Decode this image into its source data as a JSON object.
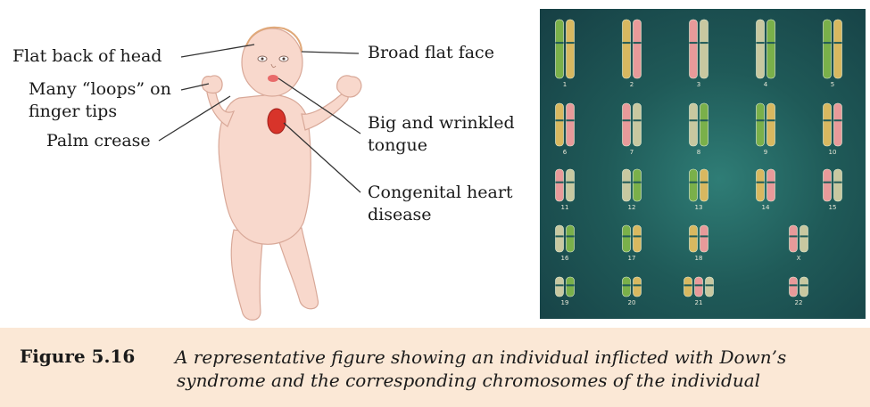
{
  "labels": {
    "flat_back_of_head": "Flat back of head",
    "many_loops_line1": "Many “loops” on",
    "many_loops_line2": "finger tips",
    "palm_crease": "Palm crease",
    "broad_flat_face": "Broad flat face",
    "tongue_line1": "Big and wrinkled",
    "tongue_line2": "tongue",
    "heart_line1": "Congenital heart",
    "heart_line2": "disease"
  },
  "karyotype": {
    "numbers": [
      "1",
      "2",
      "3",
      "4",
      "5",
      "6",
      "7",
      "8",
      "9",
      "10",
      "11",
      "12",
      "13",
      "14",
      "15",
      "16",
      "17",
      "18",
      "X",
      "19",
      "20",
      "21",
      "22"
    ]
  },
  "caption": {
    "figure_label": "Figure 5.16",
    "line1": "A representative figure showing an individual inflicted with Down’s",
    "line2": "syndrome and the corresponding chromosomes of the individual"
  }
}
